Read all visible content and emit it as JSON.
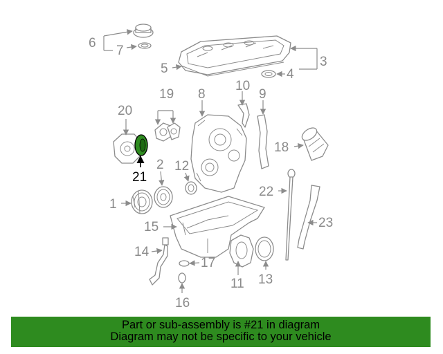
{
  "callouts": {
    "c1": "1",
    "c2": "2",
    "c3": "3",
    "c4": "4",
    "c5": "5",
    "c6": "6",
    "c7": "7",
    "c8": "8",
    "c9": "9",
    "c10": "10",
    "c11": "11",
    "c12": "12",
    "c13": "13",
    "c14": "14",
    "c15": "15",
    "c16": "16",
    "c17": "17",
    "c18": "18",
    "c19": "19",
    "c20": "20",
    "c21": "21",
    "c22": "22",
    "c23": "23"
  },
  "highlight_color": "#2e8b1f",
  "banner": {
    "line1": "Part or sub-assembly is #21 in diagram",
    "line2": "Diagram may not be specific to your vehicle"
  }
}
